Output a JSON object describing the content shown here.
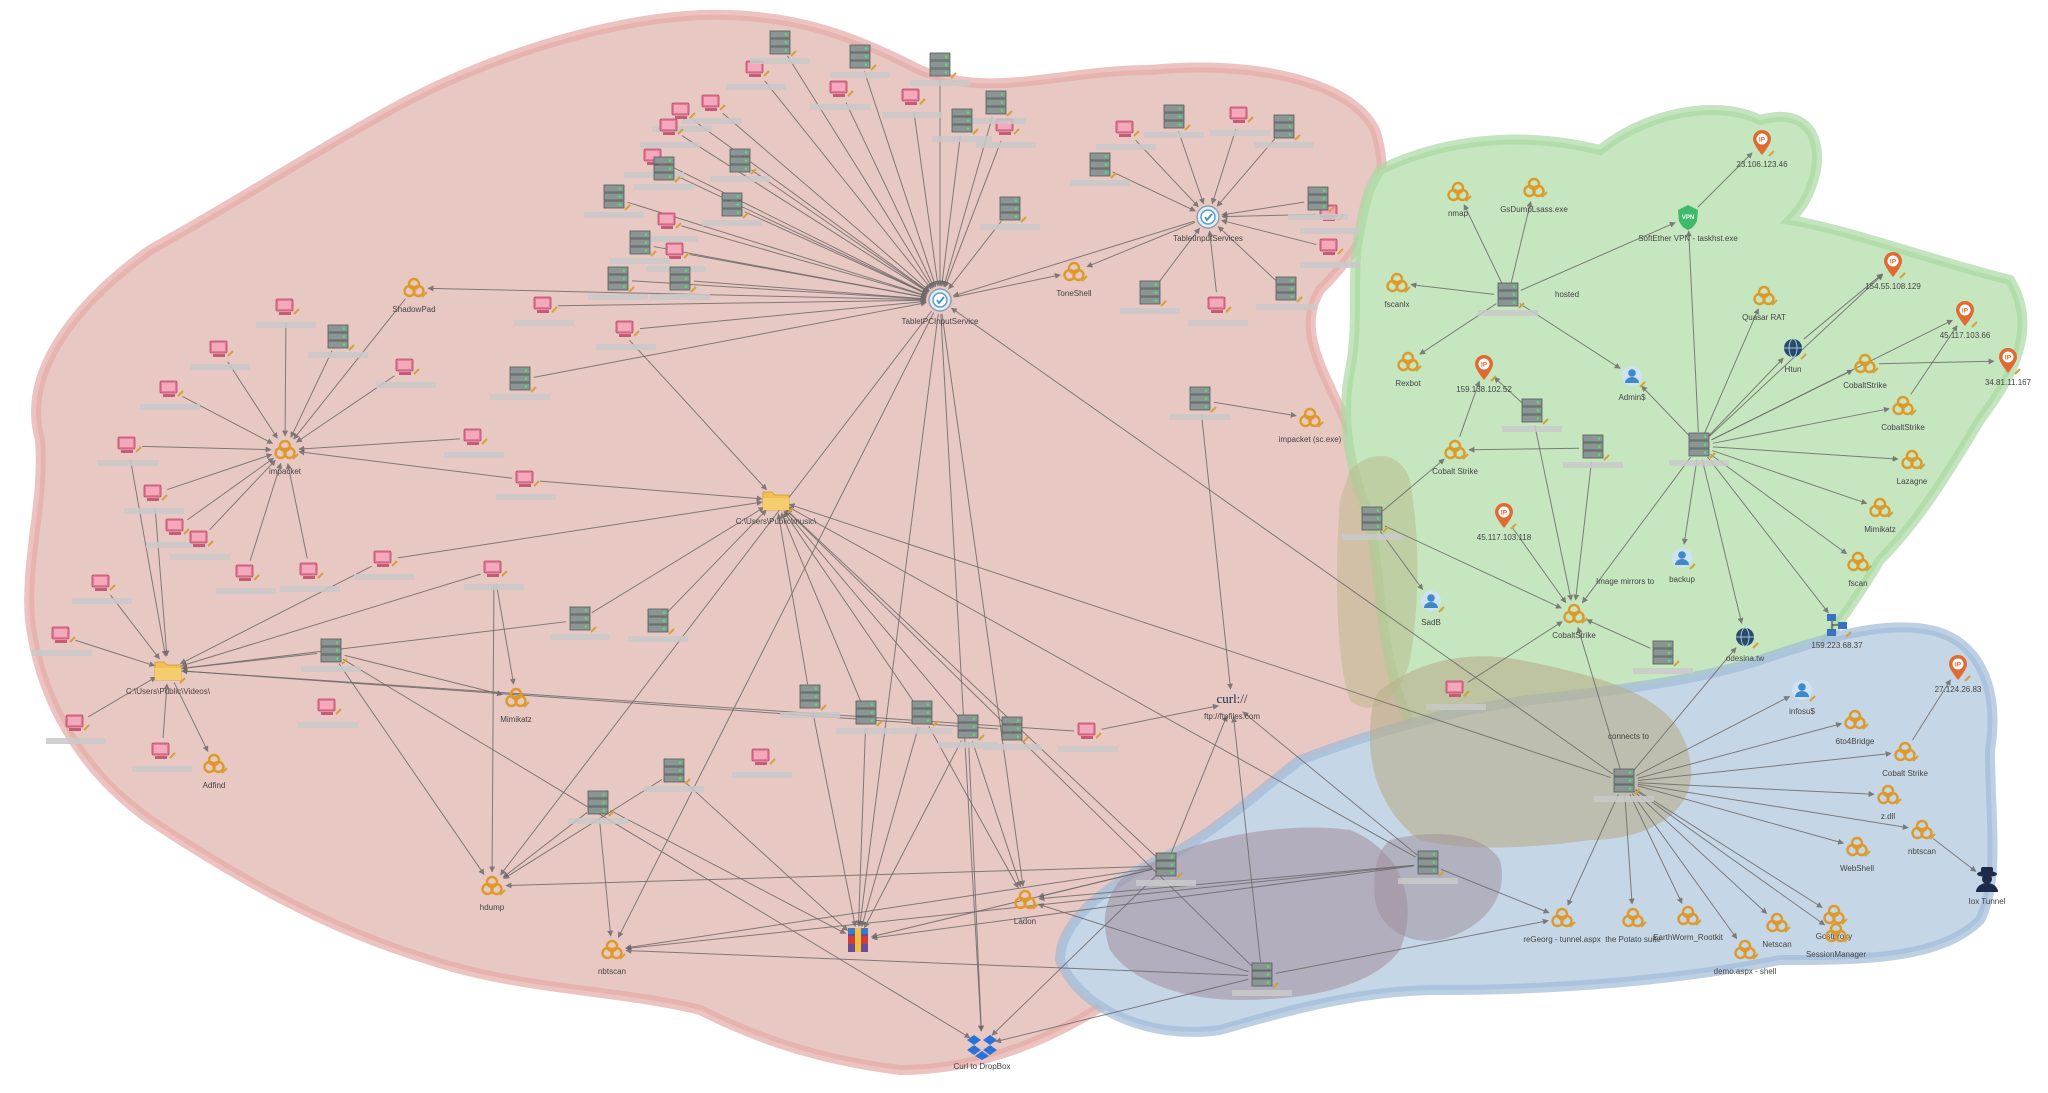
{
  "clusters": [
    {
      "id": "red",
      "fill": "#e8c7c3",
      "stroke": "#e6a7a5"
    },
    {
      "id": "green",
      "fill": "#c5e6c0",
      "stroke": "#a8d8a0"
    },
    {
      "id": "blue",
      "fill": "#c6d6e6",
      "stroke": "#9dbad6"
    },
    {
      "id": "overlap",
      "fill": "#8f7f7e",
      "stroke": "#8e8a8e"
    }
  ],
  "nodes": [
    {
      "id": "tis1",
      "type": "service",
      "label": "TabletPCInputService"
    },
    {
      "id": "tis2",
      "type": "service",
      "label": "TabletInputServices"
    },
    {
      "id": "shadowpad",
      "type": "malware",
      "label": "ShadowPad"
    },
    {
      "id": "toneshell",
      "type": "malware",
      "label": "ToneShell"
    },
    {
      "id": "impacket",
      "type": "malware",
      "label": "impacket"
    },
    {
      "id": "impacket2",
      "type": "malware",
      "label": "impacket (sc.exe)"
    },
    {
      "id": "folder1",
      "type": "folder",
      "label": "C:\\Users\\Public\\Videos\\"
    },
    {
      "id": "folder2",
      "type": "folder",
      "label": "C:\\Users\\Public\\music\\"
    },
    {
      "id": "mimikatz1",
      "type": "malware",
      "label": "Mimikatz"
    },
    {
      "id": "adfind",
      "type": "malware",
      "label": "Adfind"
    },
    {
      "id": "curl",
      "type": "tool",
      "label": "ftp://ftpfiles.com"
    },
    {
      "id": "hdump",
      "type": "malware",
      "label": "hdump"
    },
    {
      "id": "nbtscan1",
      "type": "malware",
      "label": "nbtscan"
    },
    {
      "id": "ladon",
      "type": "malware",
      "label": "Ladon"
    },
    {
      "id": "winrar",
      "type": "tool",
      "label": ""
    },
    {
      "id": "dropbox",
      "type": "dropbox",
      "label": "Curl to DropBox"
    },
    {
      "id": "nmap",
      "type": "malware",
      "label": "nmap"
    },
    {
      "id": "gsdump",
      "type": "malware",
      "label": "GsDumpLsass.exe"
    },
    {
      "id": "vpn",
      "type": "vpn",
      "label": "SoftEther VPN - taskhst.exe"
    },
    {
      "id": "ip1",
      "type": "ip",
      "label": "23.106.123.46"
    },
    {
      "id": "fscan1",
      "type": "malware",
      "label": "fscanlx"
    },
    {
      "id": "rexbot",
      "type": "malware",
      "label": "Rexbot"
    },
    {
      "id": "admin1",
      "type": "user",
      "label": "Admin$"
    },
    {
      "id": "quasar",
      "type": "malware",
      "label": "Quasar RAT"
    },
    {
      "id": "ip2",
      "type": "ip",
      "label": "154.55.108.129"
    },
    {
      "id": "ip3",
      "type": "ip",
      "label": "45.117.103.66"
    },
    {
      "id": "ip4",
      "type": "ip",
      "label": "34.81.11.167"
    },
    {
      "id": "htun",
      "type": "web",
      "label": "Htun"
    },
    {
      "id": "cobalt1",
      "type": "malware",
      "label": "CobaltStrike"
    },
    {
      "id": "cobalt2",
      "type": "malware",
      "label": "CobaltStrike"
    },
    {
      "id": "ip5",
      "type": "ip",
      "label": "159.138.102.52"
    },
    {
      "id": "cobalt3",
      "type": "malware",
      "label": "Cobalt Strike"
    },
    {
      "id": "lazagne",
      "type": "malware",
      "label": "Lazagne"
    },
    {
      "id": "mimikatz2",
      "type": "malware",
      "label": "Mimikatz"
    },
    {
      "id": "ip6",
      "type": "ip",
      "label": "45.117.103.118"
    },
    {
      "id": "fscan2",
      "type": "malware",
      "label": "fscan"
    },
    {
      "id": "backup",
      "type": "user",
      "label": "backup"
    },
    {
      "id": "sadmin",
      "type": "user",
      "label": "SadB"
    },
    {
      "id": "cobalt4",
      "type": "malware",
      "label": "CobaltStrike"
    },
    {
      "id": "odesina",
      "type": "web",
      "label": "odesina.tw"
    },
    {
      "id": "net1",
      "type": "network",
      "label": "159.223.68.37"
    },
    {
      "id": "infosrv",
      "type": "user",
      "label": "infosu$"
    },
    {
      "id": "ip7",
      "type": "ip",
      "label": "27.124.26.83"
    },
    {
      "id": "cobalt5",
      "type": "malware",
      "label": "Cobalt Strike"
    },
    {
      "id": "sixtofour",
      "type": "malware",
      "label": "6to4Bridge"
    },
    {
      "id": "zxr",
      "type": "malware",
      "label": "z.dll"
    },
    {
      "id": "nbtscan2",
      "type": "malware",
      "label": "nbtscan"
    },
    {
      "id": "webshell",
      "type": "malware",
      "label": "WebShell"
    },
    {
      "id": "gost",
      "type": "malware",
      "label": "Gostproxy"
    },
    {
      "id": "iox",
      "type": "spy",
      "label": "Iox Tunnel"
    },
    {
      "id": "neoreg",
      "type": "malware",
      "label": "reGeorg - tunnel.aspx"
    },
    {
      "id": "potato",
      "type": "malware",
      "label": "the Potato suite"
    },
    {
      "id": "earthworm",
      "type": "malware",
      "label": "EarthWorm_Rootkit"
    },
    {
      "id": "netscan",
      "type": "malware",
      "label": "Netscan"
    },
    {
      "id": "sessmgr",
      "type": "malware",
      "label": "SessionManager"
    },
    {
      "id": "demoshell",
      "type": "malware",
      "label": "demo.aspx - shell"
    }
  ],
  "edge_labels": {
    "e1": "hosted",
    "e2": "Image mirrors to",
    "e3": "connects to"
  },
  "colors": {
    "computer": "#e07592",
    "server": "#7d8886",
    "malware": "#e0a030",
    "ip": "#d9652f",
    "user": "#4a90c8",
    "folder": "#f2c056"
  }
}
